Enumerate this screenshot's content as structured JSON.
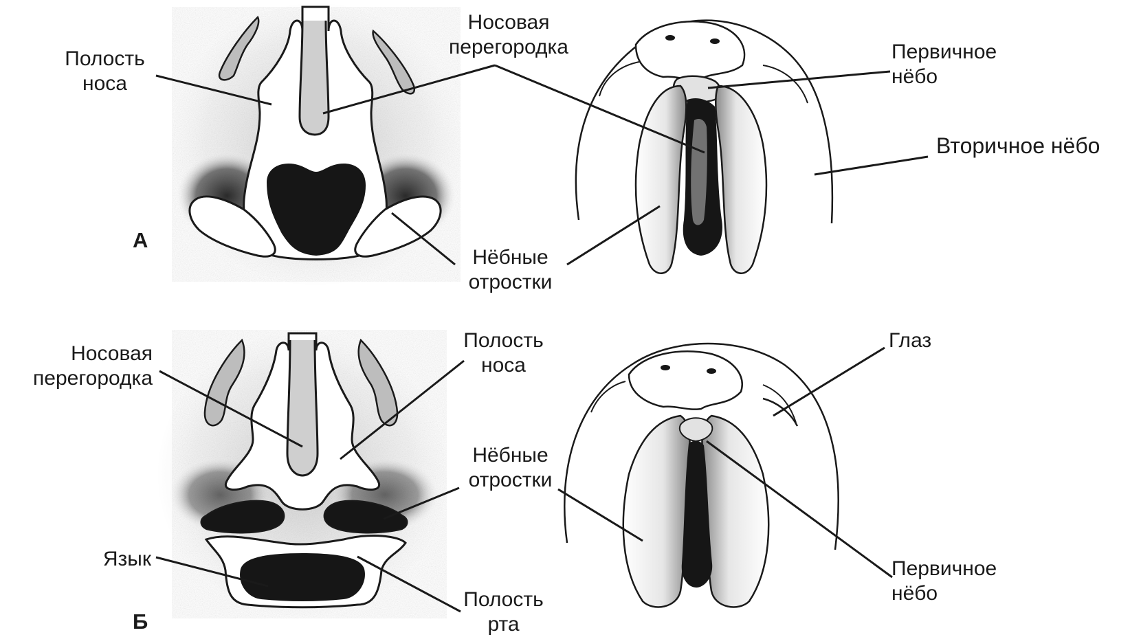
{
  "panels": {
    "a": "А",
    "b": "Б"
  },
  "labels": {
    "a_nasal_cavity": [
      "Полость",
      "носа"
    ],
    "a_nasal_septum": [
      "Носовая",
      "перегородка"
    ],
    "a_primary_palate": [
      "Первичное",
      "нёбо"
    ],
    "a_secondary_palate": "Вторичное нёбо",
    "a_palatal_shelves": [
      "Нёбные",
      "отростки"
    ],
    "b_nasal_septum": [
      "Носовая",
      "перегородка"
    ],
    "b_nasal_cavity": [
      "Полость",
      "носа"
    ],
    "b_eye": "Глаз",
    "b_palatal_shelves": [
      "Нёбные",
      "отростки"
    ],
    "b_tongue": "Язык",
    "b_primary_palate": [
      "Первичное",
      "нёбо"
    ],
    "b_oral_cavity": [
      "Полость",
      "рта"
    ]
  },
  "colors": {
    "stroke": "#1a1a1a",
    "shade": "#c9c9c9",
    "dark": "#161616",
    "background": "#ffffff"
  }
}
